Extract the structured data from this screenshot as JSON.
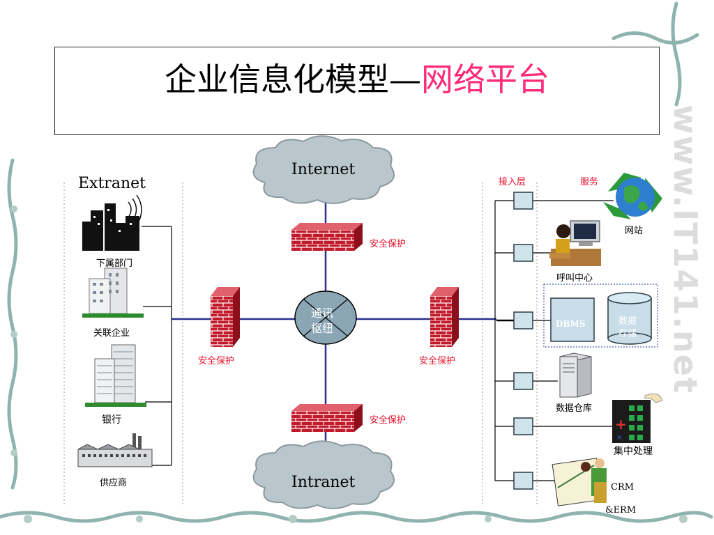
{
  "title": {
    "main": "企业信息化模型—",
    "highlight": "网络平台"
  },
  "clouds": {
    "top": "Internet",
    "bottom": "Intranet"
  },
  "hub": {
    "line1": "通讯",
    "line2": "枢纽"
  },
  "extranet": {
    "label": "Extranet",
    "entities": [
      "下属部门",
      "关联企业",
      "银行",
      "供应商"
    ]
  },
  "firewall_label": "安全保护",
  "access": {
    "layer_label": "接入层",
    "service_label": "服务"
  },
  "services": {
    "website": "网站",
    "call_center": "呼叫中心",
    "dbms": "DBMS",
    "storage_line1": "数据",
    "storage_line2": "存储",
    "warehouse": "数据仓库",
    "central": "集中处理",
    "crm": "CRM",
    "erm": "&ERM"
  },
  "watermark": "www.IT141.net",
  "colors": {
    "link": "#2b2f8f",
    "firewall": "#c21a2a",
    "cloud": "#b9c6cc",
    "hub": "#8aa6b4",
    "accent": "#ff2a7a",
    "vine": "#8fb3ad"
  }
}
